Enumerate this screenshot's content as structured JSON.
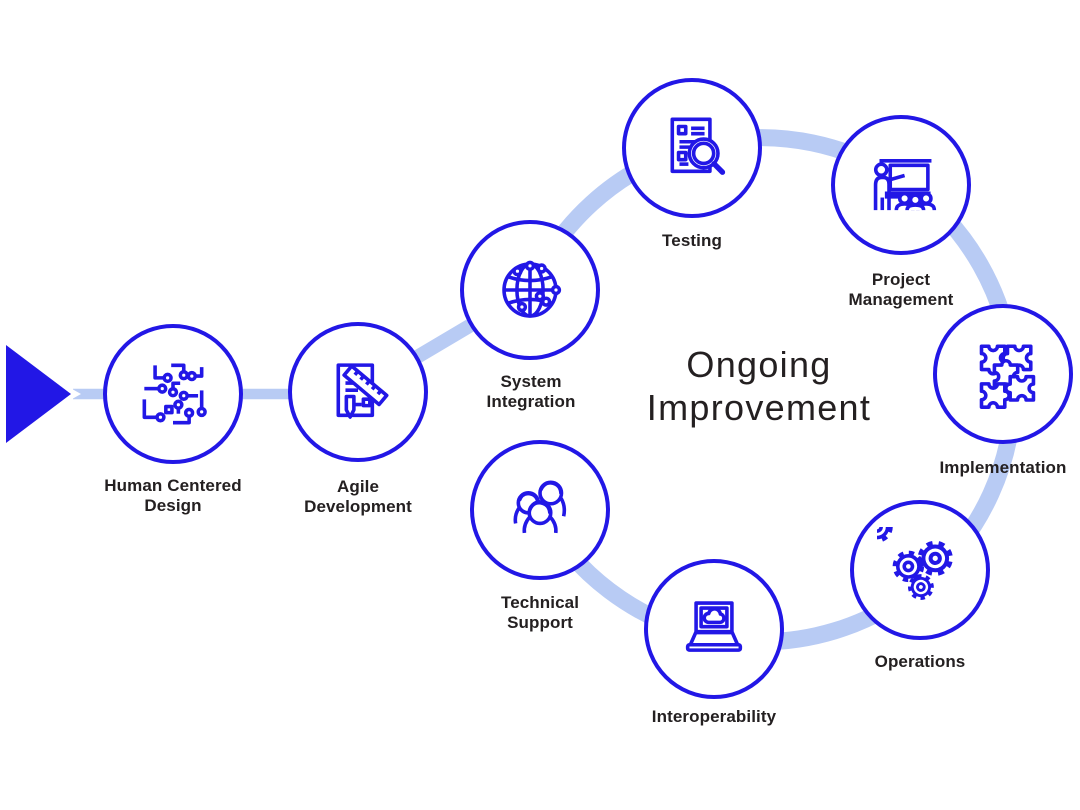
{
  "diagram": {
    "title_line1": "Ongoing",
    "title_line2": "Improvement"
  },
  "nodes": [
    {
      "label": "Human Centered Design",
      "icon": "circuit-icon"
    },
    {
      "label": "Agile Development",
      "icon": "document-ruler-icon"
    },
    {
      "label": "System Integration",
      "icon": "globe-network-icon"
    },
    {
      "label": "Testing",
      "icon": "document-magnifier-icon"
    },
    {
      "label": "Project Management",
      "icon": "presenter-whiteboard-icon"
    },
    {
      "label": "Implementation",
      "icon": "puzzle-pieces-icon"
    },
    {
      "label": "Operations",
      "icon": "gears-icon"
    },
    {
      "label": "Interoperability",
      "icon": "laptop-cloud-icon"
    },
    {
      "label": "Technical Support",
      "icon": "team-icon"
    }
  ],
  "colors": {
    "primary_blue": "#2217e6",
    "band_blue": "#b8cbf4",
    "text_dark": "#242021"
  }
}
